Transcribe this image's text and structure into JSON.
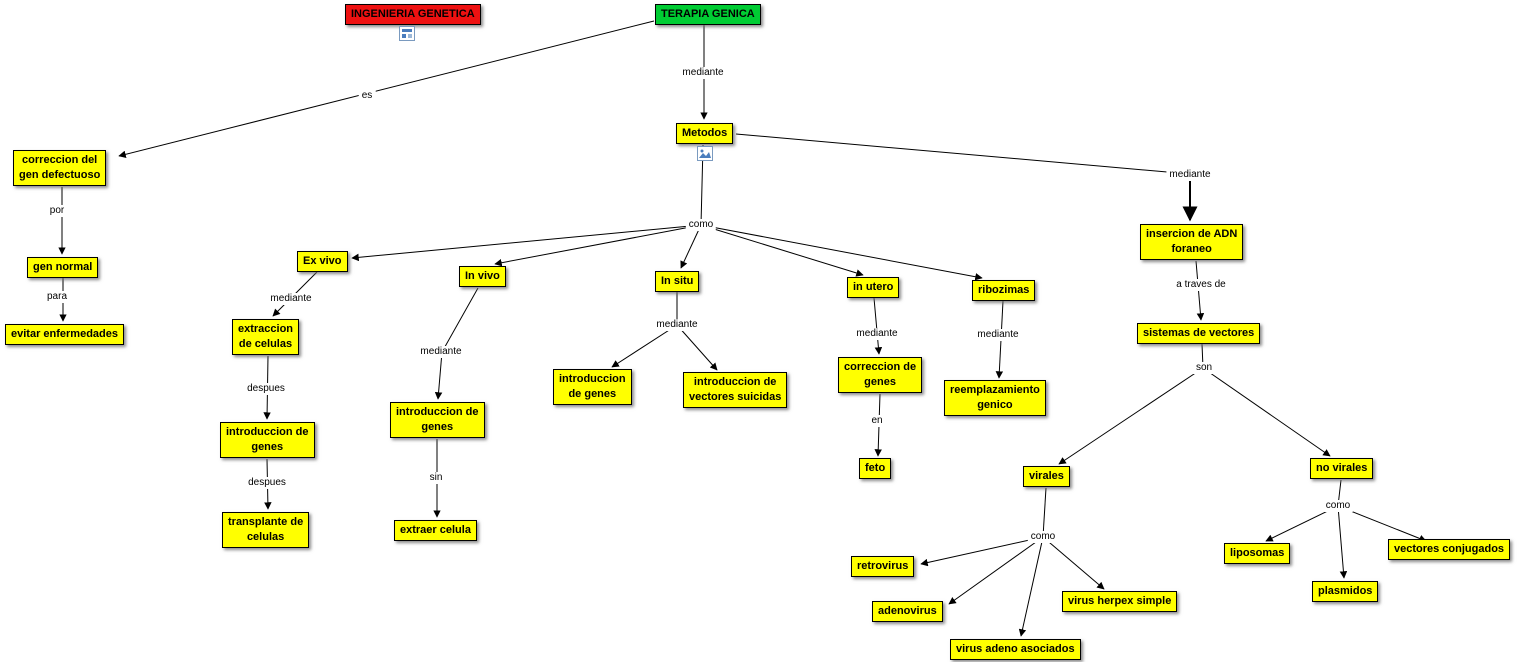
{
  "diagram": {
    "node_fill": "#ffff00",
    "root_red_fill": "#ee1111",
    "root_green_fill": "#00cc33",
    "line_color": "#000000",
    "background": "#ffffff"
  },
  "nodes": {
    "ingenieria_genetica": {
      "label": "INGENIERIA GENETICA"
    },
    "terapia_genica": {
      "label": "TERAPIA GENICA"
    },
    "metodos": {
      "label": "Metodos"
    },
    "correccion_gen_defectuoso": {
      "label": "correccion del\ngen defectuoso"
    },
    "gen_normal": {
      "label": "gen normal"
    },
    "evitar_enfermedades": {
      "label": "evitar enfermedades"
    },
    "ex_vivo": {
      "label": "Ex vivo"
    },
    "in_vivo": {
      "label": "In vivo"
    },
    "in_situ": {
      "label": "In situ"
    },
    "in_utero": {
      "label": "in utero"
    },
    "ribozimas": {
      "label": "ribozimas"
    },
    "insercion_adn": {
      "label": "insercion de ADN\nforaneo"
    },
    "extraccion_celulas": {
      "label": "extraccion\nde celulas"
    },
    "introduccion_genes_exvivo": {
      "label": "introduccion de\ngenes"
    },
    "transplante_celulas": {
      "label": "transplante de\ncelulas"
    },
    "introduccion_genes_invivo": {
      "label": "introduccion de\ngenes"
    },
    "extraer_celula": {
      "label": "extraer celula"
    },
    "introduccion_genes_insitu": {
      "label": "introduccion\nde genes"
    },
    "introduccion_vectores_suicidas": {
      "label": "introduccion de\nvectores suicidas"
    },
    "correccion_genes": {
      "label": "correccion de\ngenes"
    },
    "feto": {
      "label": "feto"
    },
    "reemplazamiento_genico": {
      "label": "reemplazamiento\ngenico"
    },
    "sistemas_vectores": {
      "label": "sistemas de vectores"
    },
    "virales": {
      "label": "virales"
    },
    "no_virales": {
      "label": "no virales"
    },
    "retrovirus": {
      "label": "retrovirus"
    },
    "adenovirus": {
      "label": "adenovirus"
    },
    "virus_adeno_asociados": {
      "label": "virus adeno asociados"
    },
    "virus_herpex_simple": {
      "label": "virus herpex simple"
    },
    "liposomas": {
      "label": "liposomas"
    },
    "plasmidos": {
      "label": "plasmidos"
    },
    "vectores_conjugados": {
      "label": "vectores conjugados"
    }
  },
  "links": {
    "es": "es",
    "mediante_terapia_metodos": "mediante",
    "por": "por",
    "para": "para",
    "como_metodos": "como",
    "mediante_metodos_insercion": "mediante",
    "mediante_exvivo": "mediante",
    "despues_1": "despues",
    "despues_2": "despues",
    "mediante_invivo": "mediante",
    "sin": "sin",
    "mediante_insitu": "mediante",
    "mediante_inutero": "mediante",
    "en": "en",
    "mediante_ribozimas": "mediante",
    "a_traves_de": "a traves de",
    "son": "son",
    "como_virales": "como",
    "como_novirales": "como"
  },
  "icons": {
    "ingenieria_resource": "resource-icon",
    "metodos_image": "image-icon"
  }
}
